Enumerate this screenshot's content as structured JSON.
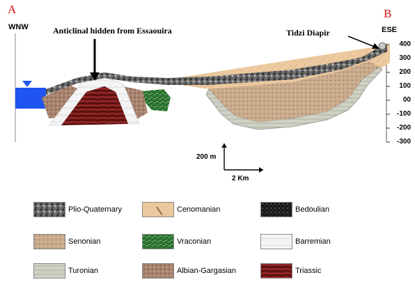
{
  "section": {
    "endpoint_left": "A",
    "endpoint_right": "B",
    "direction_left": "WNW",
    "direction_right": "ESE",
    "callout_anticlinal": "Anticlinal hidden from Essaouira",
    "callout_diapir": "Tidzi Diapir",
    "depth_ticks": [
      "400",
      "300",
      "200",
      "100",
      "00",
      "-100",
      "-200",
      "-300"
    ],
    "scale_vertical": "200 m",
    "scale_horizontal": "2 Km"
  },
  "legend": {
    "items": [
      {
        "label": "Plio-Quaternary",
        "pattern": "plioq"
      },
      {
        "label": "Cenomanian",
        "pattern": "cenom"
      },
      {
        "label": "Bedoulian",
        "pattern": "bedoul"
      },
      {
        "label": "Senonian",
        "pattern": "senon"
      },
      {
        "label": "Vraconian",
        "pattern": "vracon"
      },
      {
        "label": "Barremian",
        "pattern": "barrem"
      },
      {
        "label": "Turonian",
        "pattern": "turon"
      },
      {
        "label": "Albian-Gargasian",
        "pattern": "albian"
      },
      {
        "label": "Triassic",
        "pattern": "trias"
      }
    ]
  },
  "colors": {
    "sea": "#1f54f0",
    "plio_quaternary": "#4a4a4a",
    "cenomanian": "#e8c59a",
    "bedoulian": "#1a1a1a",
    "senonian": "#c9ab8c",
    "vraconian": "#2f7a35",
    "barremian": "#f2f2f2",
    "turonian": "#cfd1c4",
    "albian_gargasian": "#b08c78",
    "triassic": "#7a1a1a",
    "endpoint_letters": "#d01010"
  }
}
